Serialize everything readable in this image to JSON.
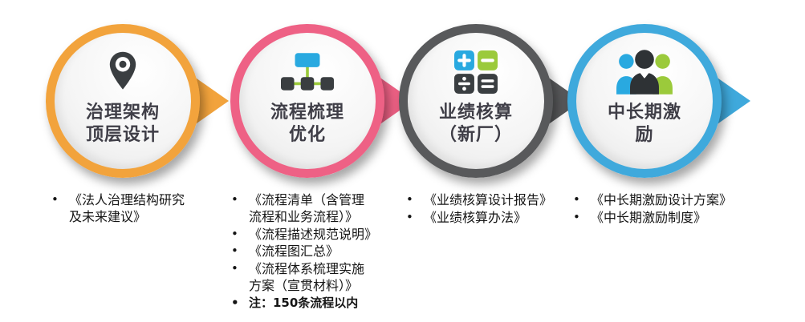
{
  "diagram": {
    "steps": [
      {
        "title": "治理架构\n顶层设计",
        "icon": "map-pin-icon",
        "ring_color": "#F2A33C",
        "bullets": [
          "《法人治理结构研究\n及未来建议》"
        ]
      },
      {
        "title": "流程梳理\n优化",
        "icon": "org-chart-icon",
        "ring_color": "#EE6185",
        "bullets": [
          "《流程清单（含管理\n流程和业务流程）》",
          "《流程描述规范说明》",
          "《流程图汇总》",
          "《流程体系梳理实施\n方案（宣贯材料）》"
        ],
        "note": "注：150条流程以内"
      },
      {
        "title": "业绩核算\n（新厂）",
        "icon": "calculator-icon",
        "ring_color": "#58595B",
        "bullets": [
          "《业绩核算设计报告》",
          "《业绩核算办法》"
        ]
      },
      {
        "title": "中长期激\n励",
        "icon": "people-icon",
        "ring_color": "#3FA9DC",
        "bullets": [
          "《中长期激励设计方案》",
          "《中长期激励制度》"
        ]
      }
    ],
    "icon_colors": {
      "dark": "#3A3E41",
      "blue": "#29A9E0",
      "green": "#9BCA3B"
    }
  }
}
